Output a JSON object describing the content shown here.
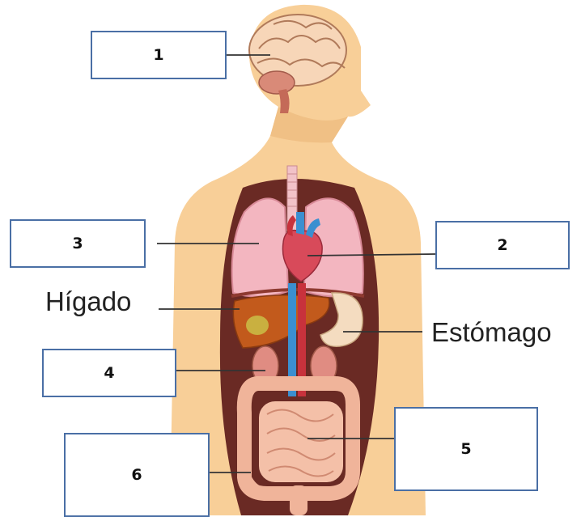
{
  "labels": {
    "box_1": "1",
    "box_2": "2",
    "box_3": "3",
    "box_4": "4",
    "box_5": "5",
    "box_6": "6"
  },
  "organ_labels": {
    "liver": "Hígado",
    "stomach": "Estómago"
  },
  "colors": {
    "skin": "#f8cf98",
    "cavity": "#6a2a24",
    "lung": "#f3b6c0",
    "liver": "#c25a1c",
    "stomach": "#f4dcc0",
    "intestine": "#f4c0a8",
    "artery": "#c8323c",
    "vein": "#3b8fd0",
    "box_border": "#4a6fa5"
  }
}
